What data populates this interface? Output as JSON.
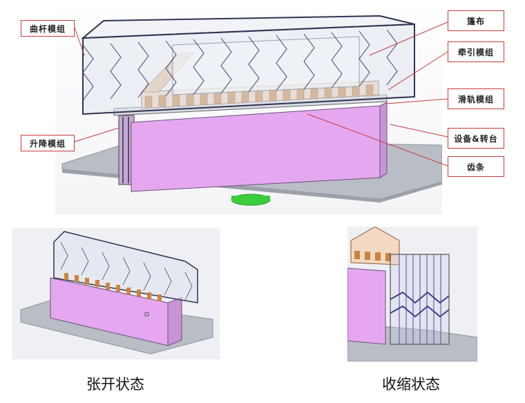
{
  "labels": {
    "crank_module": "曲杆模组",
    "lift_module": "升降模组",
    "canopy": "篷布",
    "traction_module": "牵引模组",
    "rail_module": "滑轨模组",
    "equipment_turntable": "设备&转台",
    "rack": "齿条"
  },
  "captions": {
    "expanded": "张开状态",
    "collapsed": "收缩状态"
  },
  "colors": {
    "callout_border": "#c83a3a",
    "leader_line": "#c83a3a",
    "cabinet": "#e5a8f0",
    "base_plate": "#b7bcc4",
    "turntable": "#3ccc3c",
    "truss": "#c9843e",
    "frame": "#5a5f8a"
  }
}
